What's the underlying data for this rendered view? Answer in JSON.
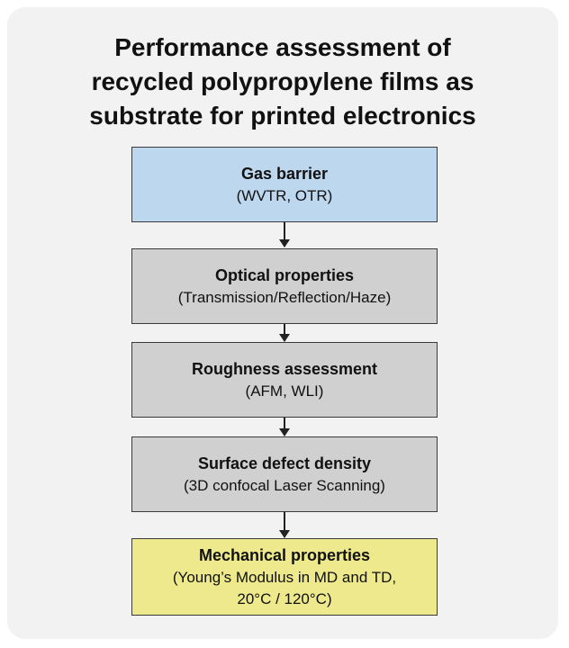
{
  "title_lines": [
    "Performance assessment of",
    "recycled polypropylene films as",
    "substrate for printed electronics"
  ],
  "steps": [
    {
      "heading": "Gas barrier",
      "details": [
        "(WVTR, OTR)"
      ],
      "color": "#bdd7ee"
    },
    {
      "heading": "Optical properties",
      "details": [
        "(Transmission/Reflection/Haze)"
      ],
      "color": "#d0d0d0"
    },
    {
      "heading": "Roughness assessment",
      "details": [
        "(AFM, WLI)"
      ],
      "color": "#d0d0d0"
    },
    {
      "heading": "Surface defect density",
      "details": [
        "(3D confocal Laser Scanning)"
      ],
      "color": "#d0d0d0"
    },
    {
      "heading": "Mechanical properties",
      "details": [
        "(Young’s Modulus in MD and TD,",
        "20°C / 120°C)"
      ],
      "color": "#ede98c"
    }
  ],
  "colors": {
    "panel_background": "#f2f2f2",
    "box_border": "#3a3a3a",
    "arrow": "#222222"
  }
}
